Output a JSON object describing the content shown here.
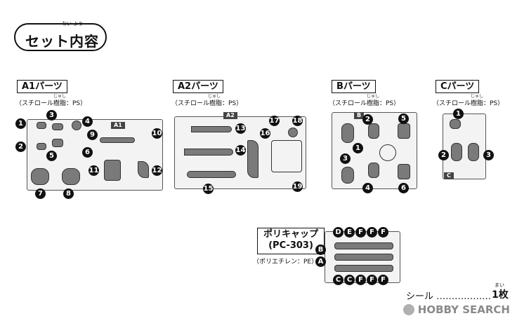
{
  "header": {
    "title": "セット内容",
    "title_ruby": "ない よう"
  },
  "sections": {
    "a1": {
      "label": "A1パーツ",
      "material": "（スチロール樹脂：PS）",
      "material_ruby": "じゅし",
      "code": "A1"
    },
    "a2": {
      "label": "A2パーツ",
      "material": "（スチロール樹脂：PS）",
      "material_ruby": "じゅし",
      "code": "A2"
    },
    "b": {
      "label": "Bパーツ",
      "material": "（スチロール樹脂：PS）",
      "material_ruby": "じゅし",
      "code": "B"
    },
    "c": {
      "label": "Cパーツ",
      "material": "（スチロール樹脂：PS）",
      "material_ruby": "じゅし",
      "code": "C"
    },
    "pc": {
      "label_line1": "ポリキャップ",
      "label_line2": "(PC-303)",
      "material": "（ポリエチレン：PE）"
    }
  },
  "part_numbers": {
    "a1": [
      "1",
      "2",
      "3",
      "4",
      "5",
      "6",
      "7",
      "8",
      "9",
      "10",
      "11",
      "12"
    ],
    "a2": [
      "13",
      "14",
      "15",
      "16",
      "17",
      "18",
      "19"
    ],
    "b": [
      "1",
      "2",
      "3",
      "4",
      "5",
      "6"
    ],
    "c": [
      "1",
      "2",
      "3"
    ],
    "pc_top": [
      "D",
      "E",
      "F",
      "F",
      "F"
    ],
    "pc_side": [
      "B",
      "A"
    ],
    "pc_bottom": [
      "C",
      "C",
      "F",
      "F",
      "F"
    ]
  },
  "seal": {
    "label": "シール ………………",
    "count": "1枚",
    "count_ruby": "まい"
  },
  "watermark": "HOBBY SEARCH",
  "colors": {
    "marker": "#111111",
    "part_fill": "#7a7a7a",
    "sprue_fill": "#f3f3f3",
    "watermark": "#8a8a8a"
  }
}
